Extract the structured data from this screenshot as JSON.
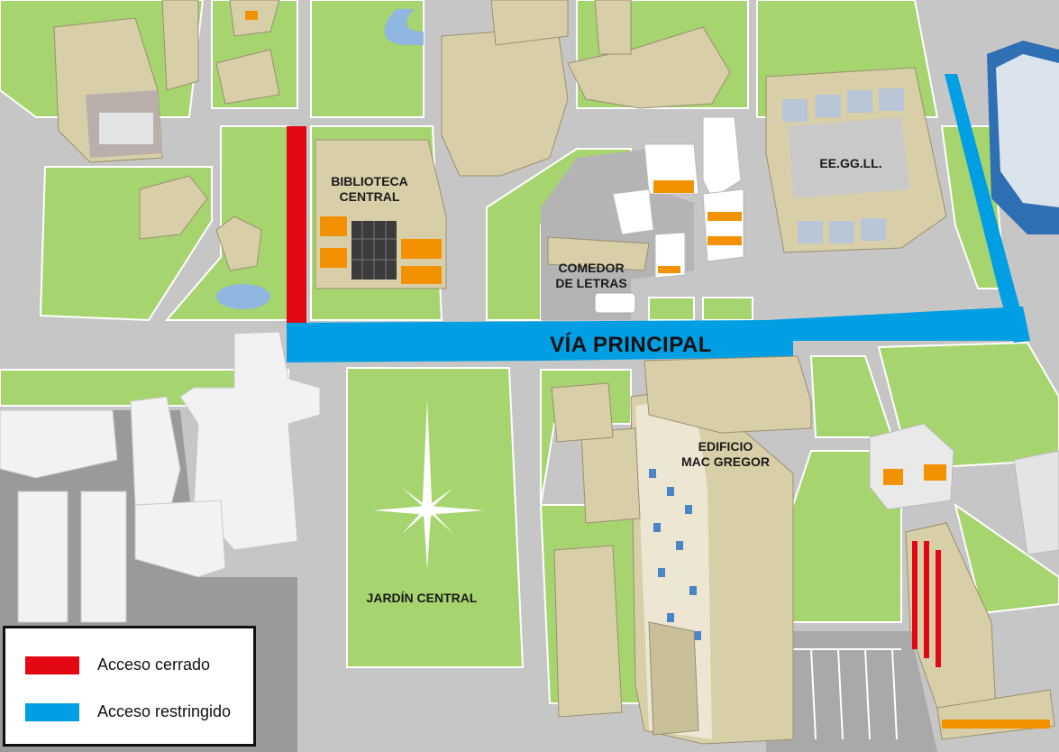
{
  "map": {
    "labels": {
      "biblioteca_line1": "BIBLIOTECA",
      "biblioteca_line2": "CENTRAL",
      "comedor_line1": "COMEDOR",
      "comedor_line2": "DE LETRAS",
      "eeggll": "EE.GG.LL.",
      "via_principal": "VÍA PRINCIPAL",
      "macgregor_line1": "EDIFICIO",
      "macgregor_line2": "MAC GREGOR",
      "jardin": "JARDÍN CENTRAL"
    },
    "colors": {
      "closed_access": "#e30613",
      "restricted_access": "#009fe3",
      "grass": "#a6d46f",
      "road": "#c8c8c8",
      "building": "#d8cfa8",
      "accent_orange": "#f39200"
    }
  },
  "legend": {
    "items": [
      {
        "label": "Acceso cerrado",
        "color": "#e30613"
      },
      {
        "label": "Acceso restringido",
        "color": "#009fe3"
      }
    ]
  }
}
